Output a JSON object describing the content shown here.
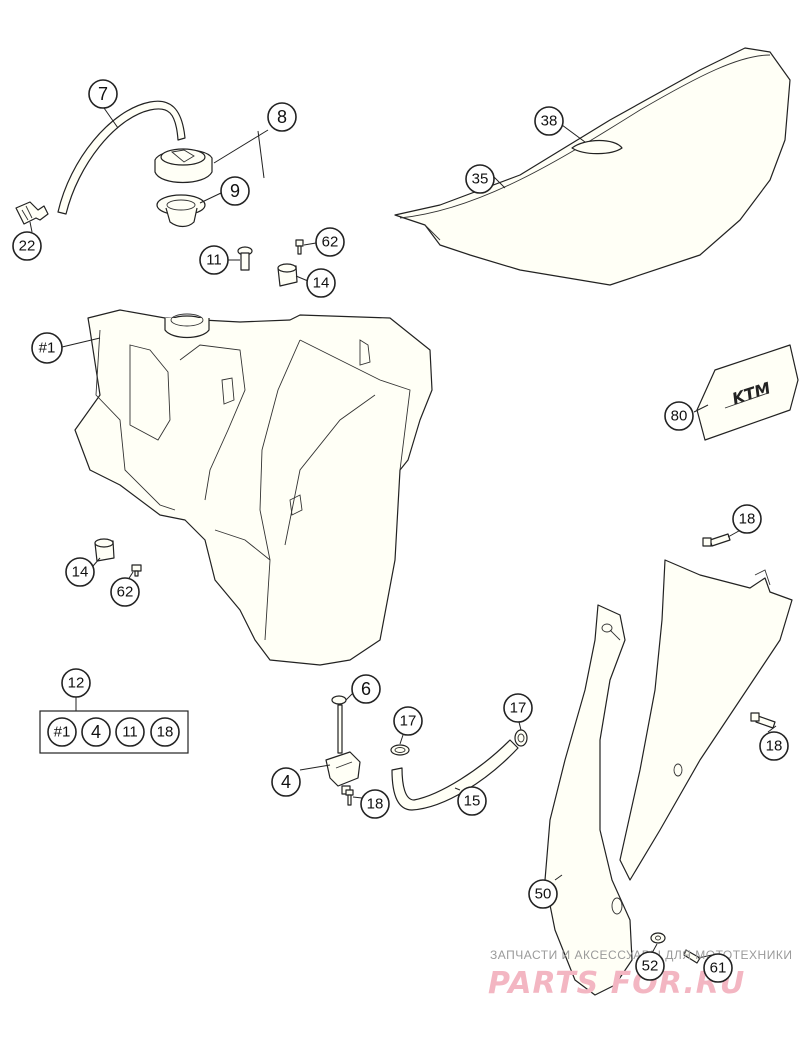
{
  "callouts": {
    "c7": "7",
    "c8": "8",
    "c9": "9",
    "c22": "22",
    "c11": "11",
    "c62a": "62",
    "c14a": "14",
    "c1": "#1",
    "c38": "38",
    "c35": "35",
    "c80": "80",
    "c14b": "14",
    "c62b": "62",
    "c18a": "18",
    "c12": "12",
    "c6": "6",
    "c17a": "17",
    "c17b": "17",
    "c4": "4",
    "c18b": "18",
    "c15": "15",
    "c18c": "18",
    "c50": "50",
    "c52": "52",
    "c61": "61"
  },
  "kit": {
    "k1": "#1",
    "k4": "4",
    "k11": "11",
    "k18": "18"
  },
  "decal": {
    "brand": "KTM"
  },
  "watermark": {
    "line": "ЗАПЧАСТИ И АКСЕССУАРЫ ДЛЯ МОТОТЕХНИКИ",
    "logo": "PARTS FOR.RU"
  },
  "colors": {
    "watermark": "#f3b6c2",
    "line": "#222222"
  }
}
